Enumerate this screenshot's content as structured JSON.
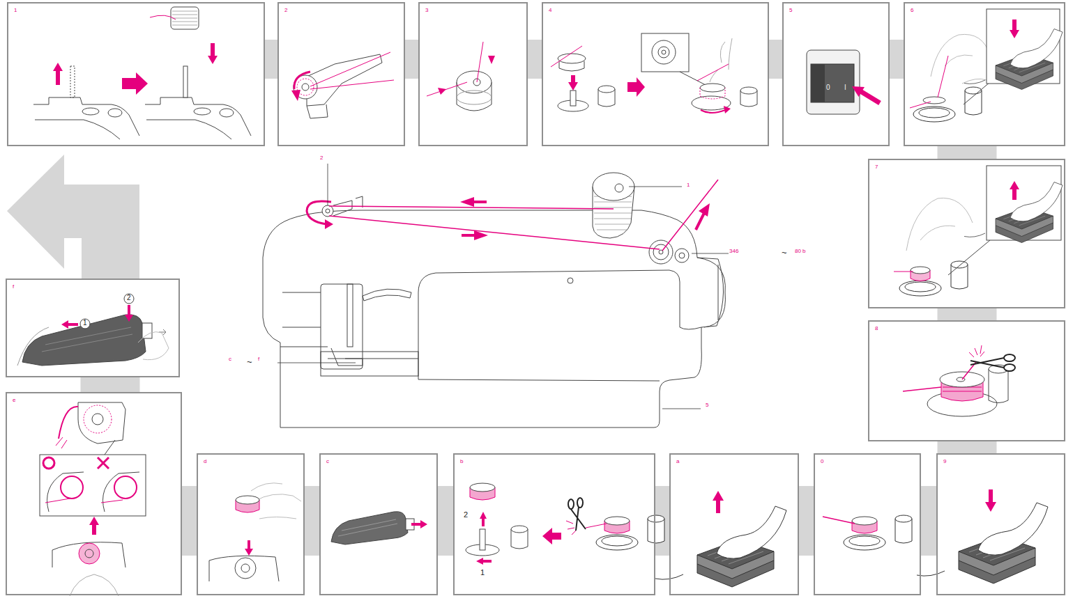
{
  "diagram": {
    "nodes": [
      {
        "text": [
          "1"
        ]
      },
      {
        "text": [
          "2"
        ]
      },
      {
        "text": [
          "3"
        ]
      },
      {
        "text": [
          "4"
        ]
      },
      {
        "text": [
          "5"
        ]
      },
      {
        "text": [
          "6"
        ]
      },
      {
        "text": [
          "7"
        ]
      },
      {
        "text": [
          "f"
        ]
      },
      {
        "text": [
          "8"
        ]
      },
      {
        "text": [
          "e"
        ]
      },
      {
        "text": [
          "d"
        ]
      },
      {
        "text": [
          "c"
        ]
      },
      {
        "text": [
          "b"
        ]
      },
      {
        "text": [
          "a"
        ]
      },
      {
        "text": [
          "0"
        ]
      },
      {
        "text": [
          "9"
        ]
      }
    ],
    "edges": [
      {
        "from": 0,
        "to": 1,
        "arrow": "none"
      },
      {
        "from": 1,
        "to": 2,
        "arrow": "none"
      },
      {
        "from": 2,
        "to": 3,
        "arrow": "none"
      },
      {
        "from": 3,
        "to": 4,
        "arrow": "none"
      },
      {
        "from": 4,
        "to": 5,
        "arrow": "none"
      },
      {
        "from": 5,
        "to": 6,
        "arrow": "none"
      },
      {
        "from": 6,
        "to": 8,
        "arrow": "none"
      },
      {
        "from": 8,
        "to": 15,
        "arrow": "none"
      },
      {
        "from": 15,
        "to": 14,
        "arrow": "none"
      },
      {
        "from": 14,
        "to": 13,
        "arrow": "none"
      },
      {
        "from": 13,
        "to": 12,
        "arrow": "none"
      },
      {
        "from": 12,
        "to": 11,
        "arrow": "none"
      },
      {
        "from": 11,
        "to": 10,
        "arrow": "none"
      },
      {
        "from": 10,
        "to": 9,
        "arrow": "none"
      },
      {
        "from": 9,
        "to": 7,
        "arrow": "none"
      }
    ],
    "labels": [
      "0",
      "I",
      "2",
      "1",
      "346",
      "~",
      "80 b",
      "2",
      "1",
      "c",
      "~",
      "f",
      "5",
      "2",
      "1"
    ]
  }
}
